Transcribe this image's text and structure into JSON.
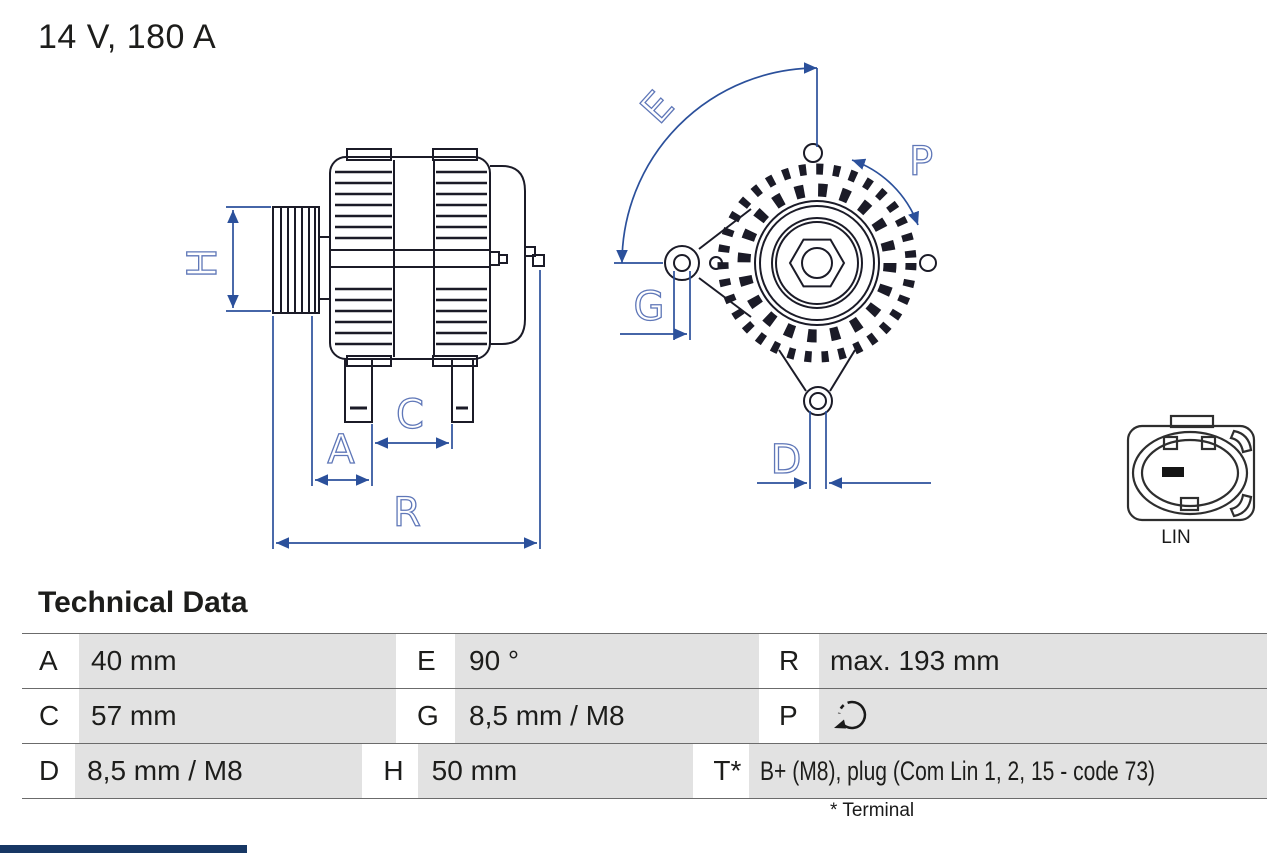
{
  "title": "14 V, 180 A",
  "diagram": {
    "dimension_labels": {
      "H": "H",
      "A": "A",
      "C": "C",
      "R": "R",
      "E": "E",
      "G": "G",
      "P": "P",
      "D": "D"
    },
    "connector_label": "LIN",
    "colors": {
      "dimension_line": "#2b509b",
      "dimension_label": "#5f77b8",
      "drawing_outline": "#1b1b27",
      "connector_outline": "#2e2e2e",
      "footer_bar": "#173764",
      "table_cell_gray": "#e2e2e2"
    }
  },
  "table": {
    "heading": "Technical Data",
    "rows": [
      {
        "c1": {
          "key": "A",
          "value": "40 mm"
        },
        "c2": {
          "key": "E",
          "value": "90 °"
        },
        "c3": {
          "key": "R",
          "value": "max. 193 mm"
        }
      },
      {
        "c1": {
          "key": "C",
          "value": "57 mm"
        },
        "c2": {
          "key": "G",
          "value": "8,5 mm / M8"
        },
        "c3": {
          "key": "P",
          "value": "",
          "icon": "rotation-direction"
        }
      },
      {
        "c1": {
          "key": "D",
          "value": "8,5 mm / M8"
        },
        "c2": {
          "key": "H",
          "value": "50 mm"
        },
        "c3": {
          "key": "T*",
          "value": "B+ (M8), plug (Com Lin 1, 2, 15 - code 73)"
        }
      }
    ],
    "footnote": "* Terminal"
  }
}
